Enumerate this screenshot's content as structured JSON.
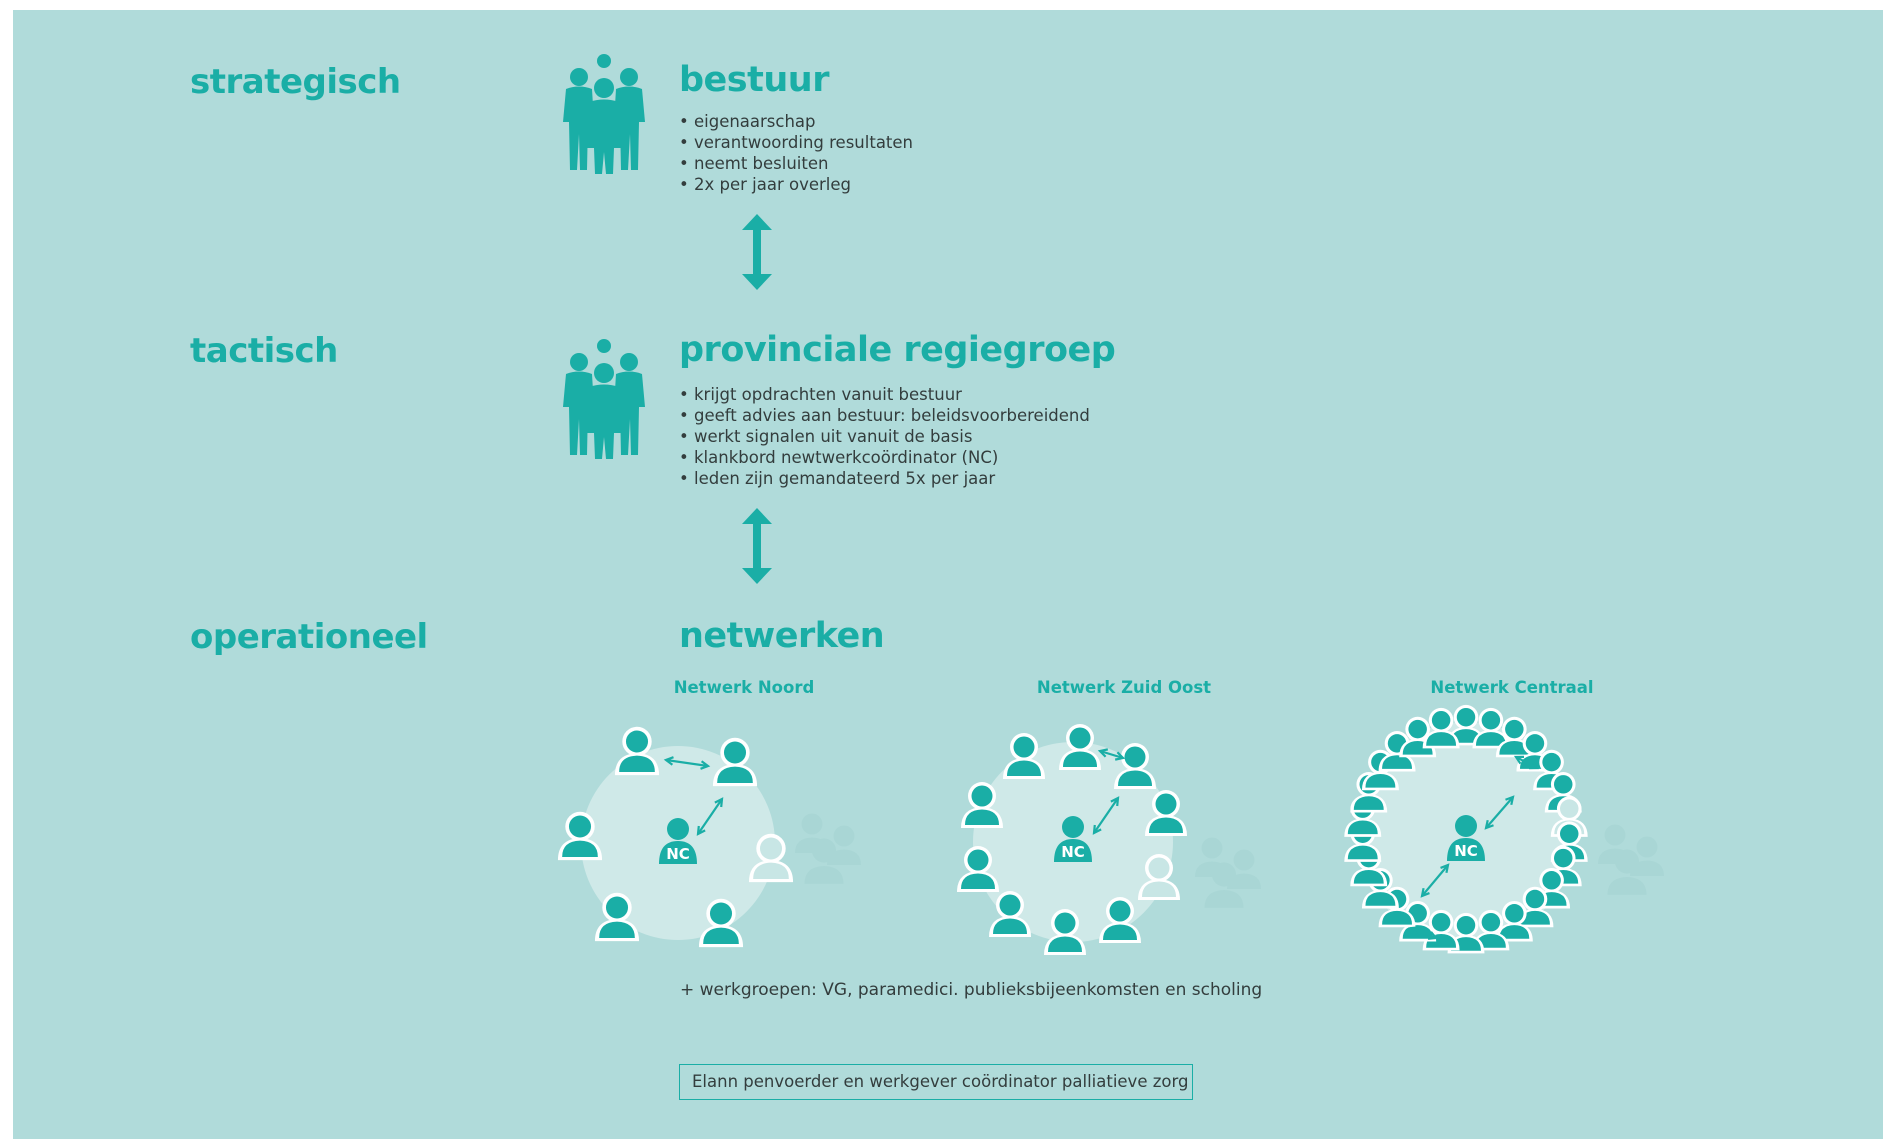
{
  "levels": {
    "strategic": "strategisch",
    "tactical": "tactisch",
    "operational": "operationeel"
  },
  "board": {
    "title": "bestuur",
    "bullets": [
      "eigenaarschap",
      "verantwoording resultaten",
      "neemt besluiten",
      "2x per jaar overleg"
    ]
  },
  "regie": {
    "title": "provinciale regiegroep",
    "bullets": [
      "krijgt opdrachten vanuit bestuur",
      "geeft advies aan bestuur: beleidsvoorbereidend",
      "werkt signalen uit vanuit de basis",
      "klankbord newtwerkcoördinator (NC)",
      "leden zijn gemandateerd 5x per jaar"
    ]
  },
  "networks": {
    "title": "netwerken",
    "items": [
      {
        "name": "Netwerk Noord",
        "center_label": "NC"
      },
      {
        "name": "Netwerk Zuid Oost",
        "center_label": "NC"
      },
      {
        "name": "Netwerk Centraal",
        "center_label": "NC"
      }
    ]
  },
  "workgroups": "+ werkgroepen: VG, paramedici. publieksbijeenkomsten en scholing",
  "footer": "Elann penvoerder en werkgever coördinator palliatieve zorg",
  "colors": {
    "background": "#b0dbda",
    "accent": "#1aaea6",
    "circle": "#cfe9e8",
    "faded": "#a4d3d1",
    "text": "#333d3d"
  },
  "icons": [
    "group-icon",
    "person-icon",
    "double-arrow-icon"
  ]
}
